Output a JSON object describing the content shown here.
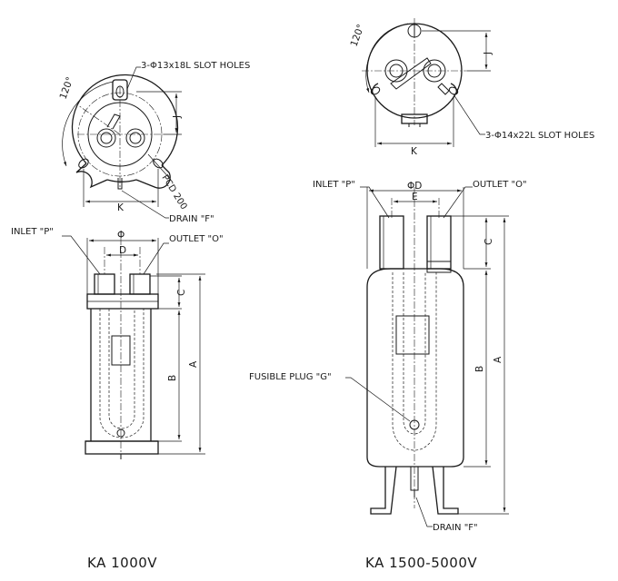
{
  "small_unit": {
    "model": "KA 1000V",
    "slot_holes": "3-Φ13x18L SLOT HOLES",
    "pcd": "PCD 200",
    "drain": "DRAIN \"F\"",
    "inlet": "INLET \"P\"",
    "outlet": "OUTLET \"O\"",
    "angle": "120°",
    "dims": {
      "j": "J",
      "k": "K",
      "phi": "Φ",
      "d": "D",
      "c": "C",
      "b": "B",
      "a": "A"
    }
  },
  "large_unit": {
    "model": "KA 1500-5000V",
    "slot_holes": "3-Φ14x22L SLOT HOLES",
    "drain": "DRAIN \"F\"",
    "inlet": "INLET \"P\"",
    "outlet": "OUTLET \"O\"",
    "fusible_plug": "FUSIBLE PLUG \"G\"",
    "angle": "120°",
    "dims": {
      "j": "J",
      "k": "K",
      "phid": "ΦD",
      "e": "E",
      "c": "C",
      "b": "B",
      "a": "A"
    }
  }
}
